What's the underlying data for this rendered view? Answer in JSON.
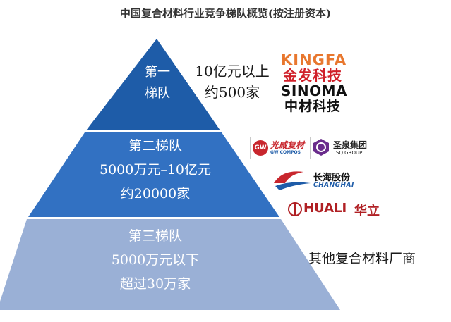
{
  "title": "中国复合材料行业竞争梯队概览(按注册资本)",
  "colors": {
    "tier1": "#1e5ca8",
    "tier2": "#3271c2",
    "tier3": "#9ab0d6"
  },
  "tiers": [
    {
      "name": "第一梯队",
      "name_line1": "第一",
      "name_line2": "梯队",
      "criteria": "10亿元以上",
      "count": "约500家",
      "logos": [
        {
          "top": "KINGFA",
          "bottom": "金发科技"
        },
        {
          "top": "SINOMA",
          "bottom": "中材科技"
        }
      ]
    },
    {
      "name": "第二梯队",
      "criteria": "5000万元–10亿元",
      "count": "约20000家",
      "logos": [
        {
          "badge": "GW",
          "name": "光威复材",
          "sub": "GW COMPOS"
        },
        {
          "name": "圣泉集团",
          "sub": "SQ GROUP"
        },
        {
          "name": "长海股份",
          "sub": "CHANGHAI"
        },
        {
          "name_en": "HUALI",
          "name": "华立"
        }
      ]
    },
    {
      "name": "第三梯队",
      "criteria": "5000万元以下",
      "count": "超过30万家",
      "others": "其他复合材料厂商"
    }
  ]
}
